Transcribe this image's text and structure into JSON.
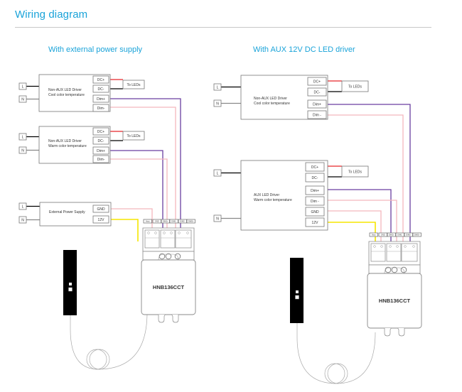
{
  "page": {
    "title": "Wiring diagram"
  },
  "colors": {
    "title": "#1aa3d9",
    "wire_live": "#000000",
    "wire_neutral": "#888888",
    "wire_dc_plus": "#e8262a",
    "wire_dc_minus": "#000000",
    "wire_dim_plus": "#6a3fa0",
    "wire_dim_minus": "#f4b6bd",
    "wire_gnd": "#f4b6bd",
    "wire_12v": "#f5e600"
  },
  "left": {
    "title": "With external power supply",
    "driver1": {
      "name_line1": "Non-AUX  LED  Driver",
      "name_line2": "Cool color temperature",
      "terminals": [
        "DC+",
        "DC-",
        "Dim+",
        "Dim-"
      ],
      "output_label": "To LEDs",
      "inputs": [
        "L",
        "N"
      ]
    },
    "driver2": {
      "name_line1": "Non-AUX  LED  Driver",
      "name_line2": "Warm color temperature",
      "terminals": [
        "DC+",
        "DC-",
        "Dim+",
        "Dim-"
      ],
      "output_label": "To LEDs",
      "inputs": [
        "L",
        "N"
      ]
    },
    "psu": {
      "name": "External Power Supply",
      "terminals": [
        "GND",
        "12V"
      ],
      "inputs": [
        "L",
        "N"
      ]
    },
    "module": {
      "model": "HNB136CCT",
      "terminals": [
        "Vaux",
        "GND",
        "DIM1+",
        "DIM1-",
        "DIM2-",
        "DIM2+"
      ]
    }
  },
  "right": {
    "title": "With AUX 12V DC  LED driver",
    "driver1": {
      "name_line1": "Non-AUX  LED Driver",
      "name_line2": "Cool color temperature",
      "terminals": [
        "DC+",
        "DC-",
        "Dim+",
        "Dim -"
      ],
      "output_label": "To LEDs",
      "inputs": [
        "L",
        "N"
      ]
    },
    "driver2": {
      "name_line1": "AUX  LED Driver",
      "name_line2": "Warm color temperature",
      "terminals": [
        "DC+",
        "DC-",
        "Dim+",
        "Dim -",
        "GND",
        "12V"
      ],
      "output_label": "To LEDs",
      "inputs": [
        "L",
        "N"
      ]
    },
    "module": {
      "model": "HNB136CCT",
      "terminals": [
        "Vaux",
        "GND",
        "DIM1+",
        "DIM1-",
        "DIM2-",
        "DIM2+"
      ]
    }
  }
}
